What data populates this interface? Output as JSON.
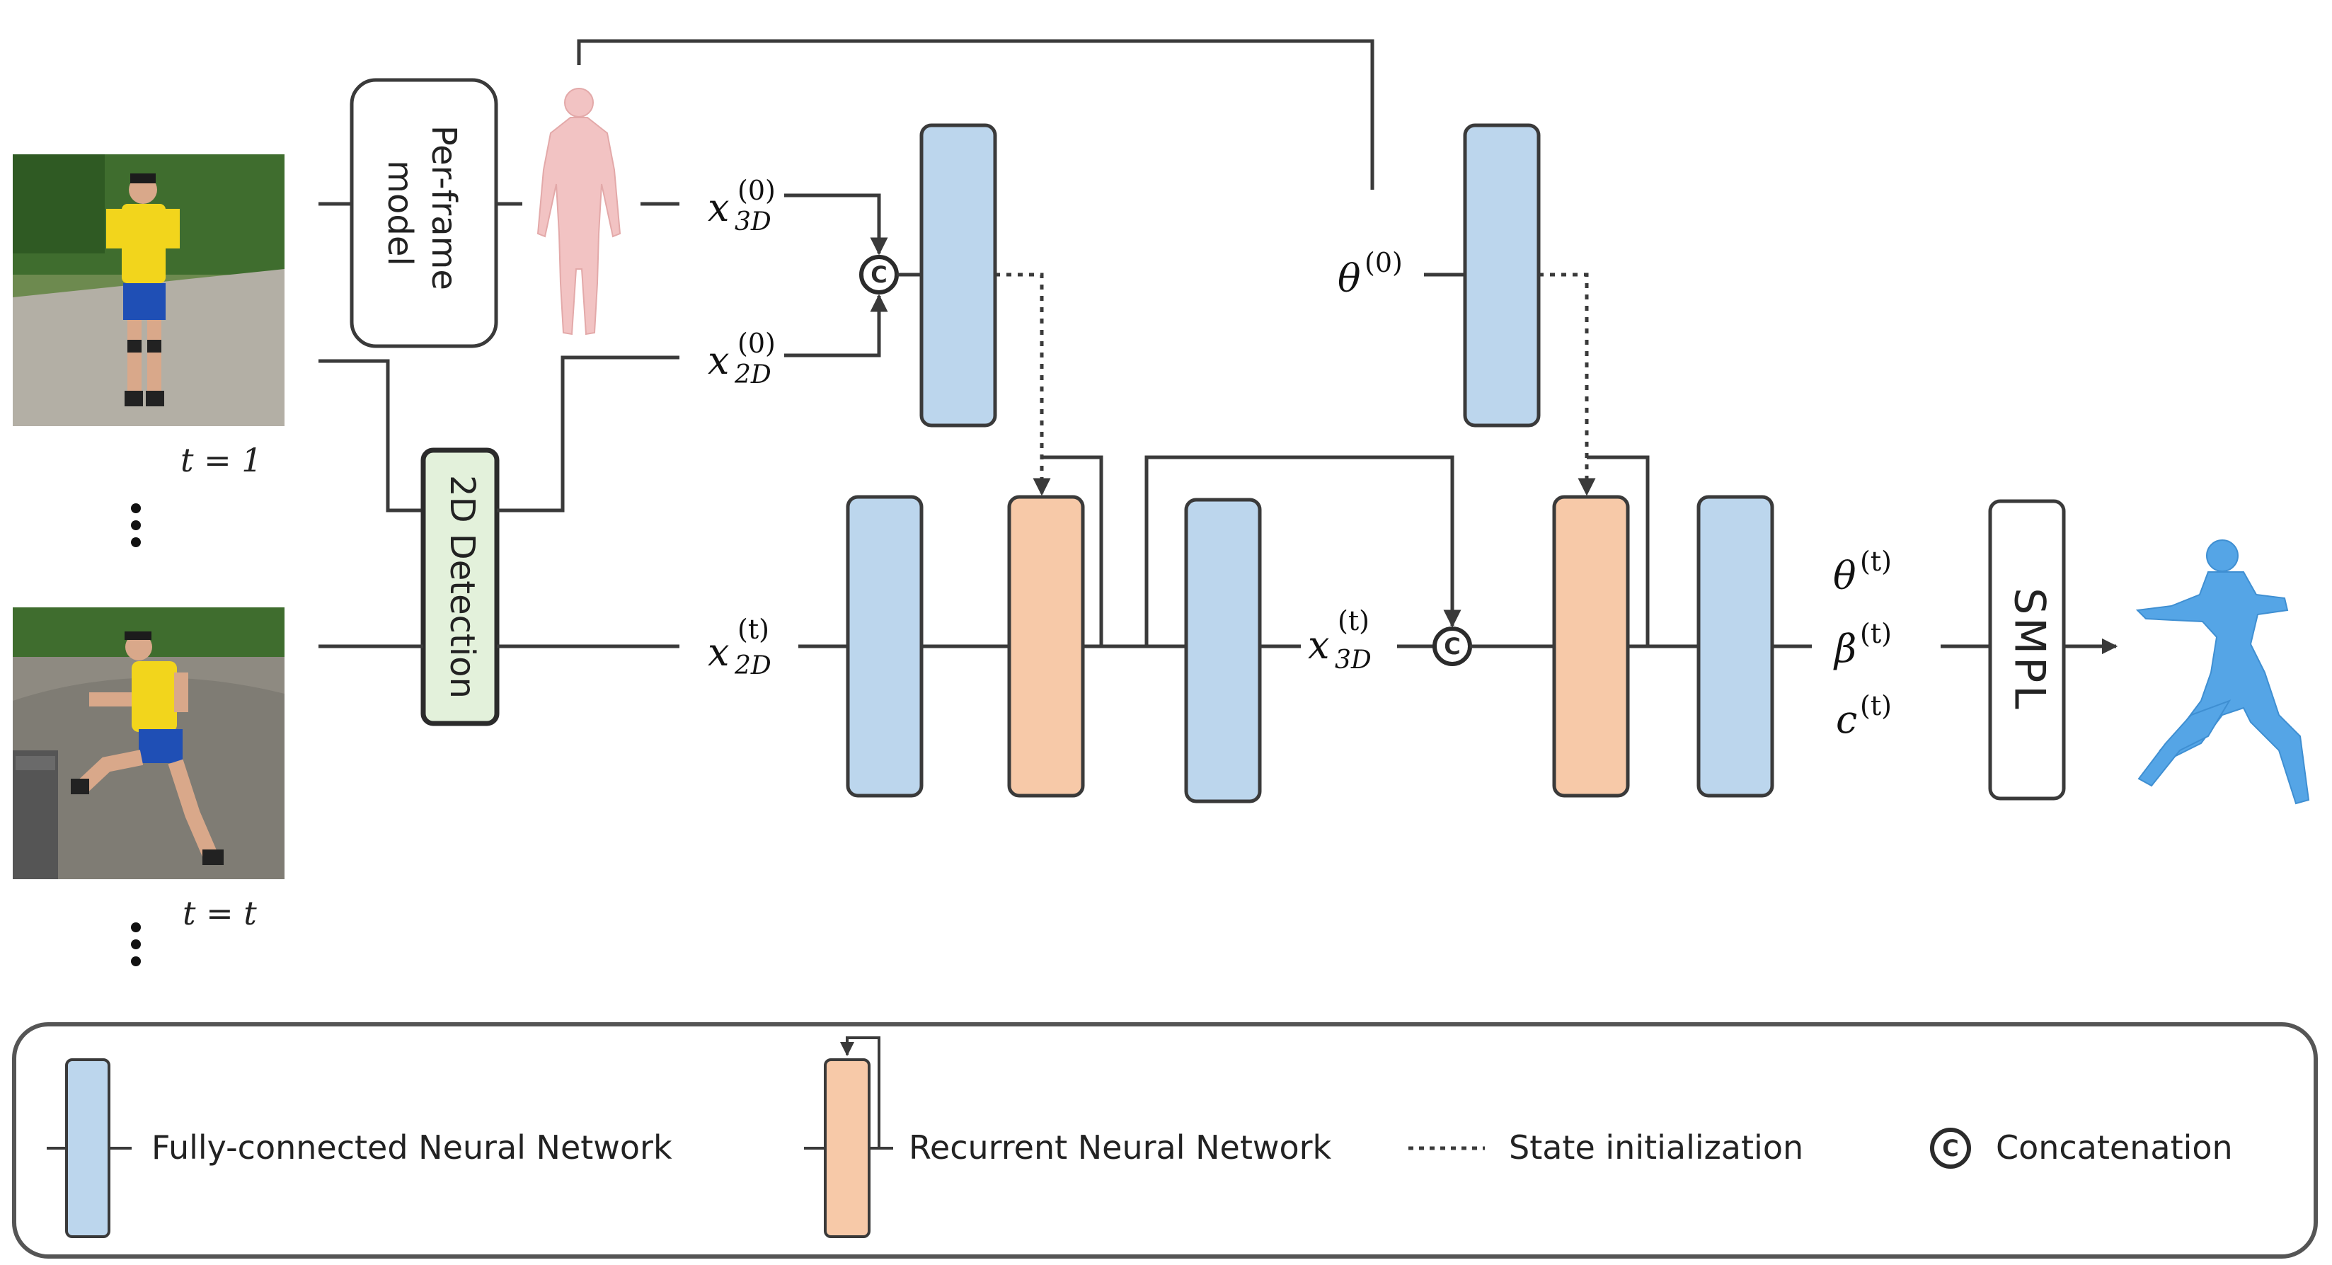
{
  "frames": {
    "first": {
      "label": "t = 1"
    },
    "later": {
      "label": "t = t"
    }
  },
  "boxes": {
    "per_frame_model": "Per-frame\nmodel",
    "detection_2d": "2D Detection",
    "smpl": "SMPL"
  },
  "variables": {
    "x3d_0": {
      "base": "x",
      "sup": "(0)",
      "sub": "3D"
    },
    "x2d_0": {
      "base": "x",
      "sup": "(0)",
      "sub": "2D"
    },
    "theta_0": {
      "base": "θ",
      "sup": "(0)"
    },
    "x2d_t": {
      "base": "x",
      "sup": "(t)",
      "sub": "2D"
    },
    "x3d_t": {
      "base": "x",
      "sup": "(t)",
      "sub": "3D"
    },
    "theta_t": {
      "base": "θ",
      "sup": "(t)"
    },
    "beta_t": {
      "base": "β",
      "sup": "(t)"
    },
    "c_t": {
      "base": "c",
      "sup": "(t)"
    }
  },
  "concat_symbol": "C",
  "legend": {
    "fc": "Fully-connected Neural Network",
    "rnn": "Recurrent Neural Network",
    "state_init": "State initialization",
    "concat": "Concatenation"
  },
  "colors": {
    "fc_fill": "#bcd6ed",
    "rnn_fill": "#f7c9a8",
    "detection_fill": "#e3f1db",
    "stroke": "#3a3a3a",
    "body_model": "#f2c3c3",
    "result_mesh": "#55a5e6"
  }
}
